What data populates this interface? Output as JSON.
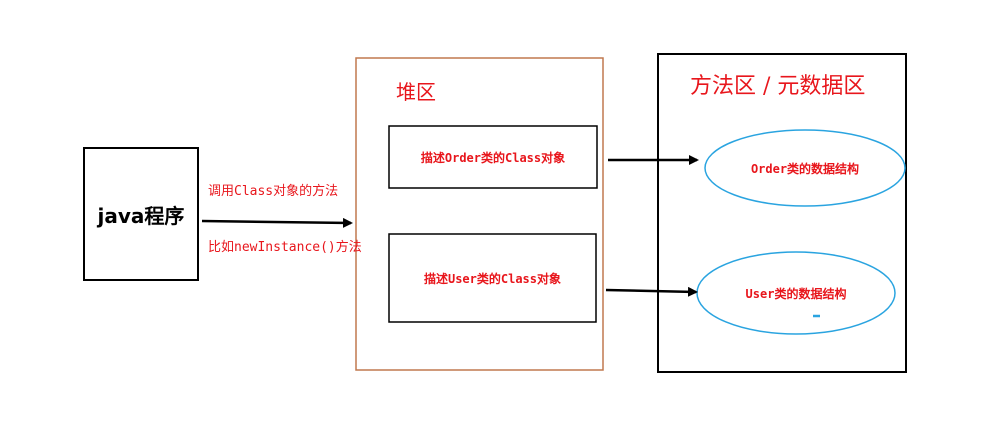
{
  "java_program": {
    "label": "java程序"
  },
  "call": {
    "line1": "调用Class对象的方法",
    "line2": "比如newInstance()方法"
  },
  "heap": {
    "title": "堆区",
    "order_object": "描述Order类的Class对象",
    "user_object": "描述User类的Class对象"
  },
  "method_area": {
    "title": "方法区 / 元数据区",
    "order_struct": "Order类的数据结构",
    "user_struct": "User类的数据结构"
  },
  "colors": {
    "text_red": "#e8161c",
    "heap_border": "#c0784f",
    "ellipse_stroke": "#2aa4e0",
    "line": "#000000"
  }
}
